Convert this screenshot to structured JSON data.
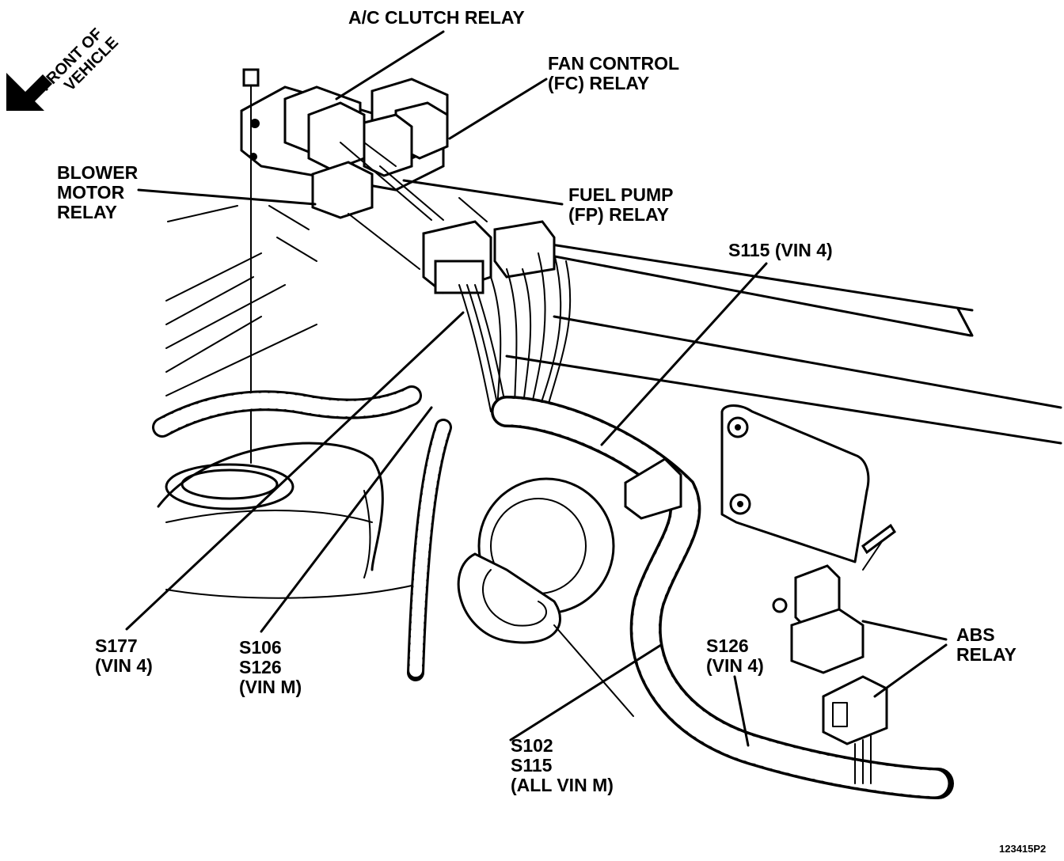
{
  "diagram": {
    "front_of_vehicle": [
      "FRONT OF",
      "VEHICLE"
    ],
    "labels": {
      "ac_clutch_relay": [
        "A/C CLUTCH RELAY"
      ],
      "fan_control_relay": [
        "FAN CONTROL",
        "(FC) RELAY"
      ],
      "blower_motor_relay": [
        "BLOWER",
        "MOTOR",
        "RELAY"
      ],
      "fuel_pump_relay": [
        "FUEL PUMP",
        "(FP) RELAY"
      ],
      "s115_vin4": [
        "S115 (VIN 4)"
      ],
      "s177_vin4": [
        "S177",
        "(VIN 4)"
      ],
      "s106_s126_vinm": [
        "S106",
        "S126",
        "(VIN M)"
      ],
      "s102_s115_allvinm": [
        "S102",
        "S115",
        "(ALL VIN M)"
      ],
      "s126_vin4": [
        "S126",
        "(VIN 4)"
      ],
      "abs_relay": [
        "ABS",
        "RELAY"
      ]
    },
    "figure_code": "123415P2"
  }
}
